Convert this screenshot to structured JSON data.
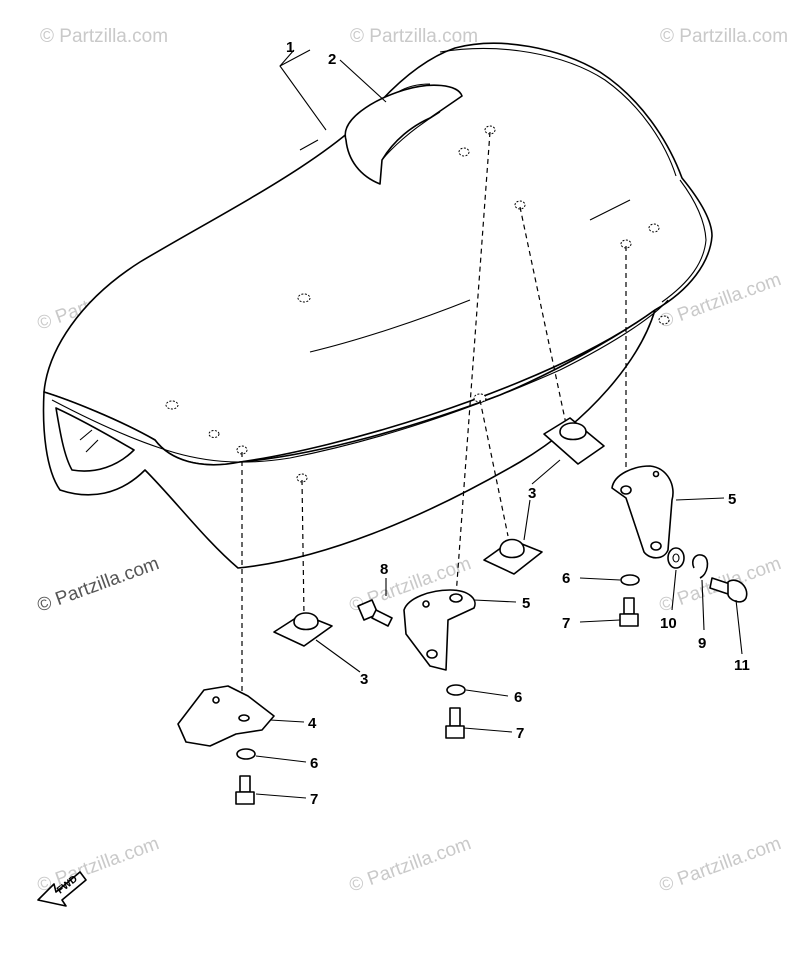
{
  "watermark": {
    "text": "© Partzilla.com"
  },
  "direction_label": "FWD",
  "callouts": [
    {
      "id": "1",
      "label": "1",
      "part": "seat-assembly"
    },
    {
      "id": "2",
      "label": "2",
      "part": "seat-strap"
    },
    {
      "id": "3a",
      "label": "3",
      "part": "damper"
    },
    {
      "id": "3b",
      "label": "3",
      "part": "damper"
    },
    {
      "id": "3c",
      "label": "3",
      "part": "damper"
    },
    {
      "id": "4",
      "label": "4",
      "part": "front-bracket"
    },
    {
      "id": "5a",
      "label": "5",
      "part": "center-bracket"
    },
    {
      "id": "5b",
      "label": "5",
      "part": "rear-bracket"
    },
    {
      "id": "6a",
      "label": "6",
      "part": "washer"
    },
    {
      "id": "6b",
      "label": "6",
      "part": "washer"
    },
    {
      "id": "6c",
      "label": "6",
      "part": "washer"
    },
    {
      "id": "7a",
      "label": "7",
      "part": "bolt"
    },
    {
      "id": "7b",
      "label": "7",
      "part": "bolt"
    },
    {
      "id": "7c",
      "label": "7",
      "part": "bolt"
    },
    {
      "id": "8",
      "label": "8",
      "part": "bolt"
    },
    {
      "id": "9",
      "label": "9",
      "part": "spring-washer"
    },
    {
      "id": "10",
      "label": "10",
      "part": "plain-washer"
    },
    {
      "id": "11",
      "label": "11",
      "part": "bolt"
    }
  ]
}
